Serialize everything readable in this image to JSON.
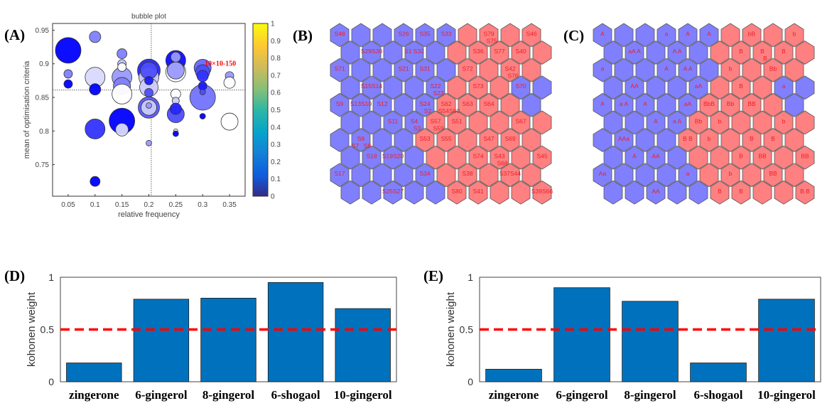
{
  "panel_labels": [
    "(A)",
    "(B)",
    "(C)",
    "(D)",
    "(E)"
  ],
  "chart_data": [
    {
      "type": "scatter",
      "subtitle": "bubble plot",
      "title": "bubble plot",
      "xlabel": "relative frequency",
      "ylabel": "mean of optimisation criteria",
      "xlim": [
        0.021,
        0.379
      ],
      "ylim": [
        0.703,
        0.96
      ],
      "xticks": [
        "0.05",
        "0.1",
        "0.15",
        "0.2",
        "0.25",
        "0.3",
        "0.35"
      ],
      "xtick_values": [
        0.05,
        0.1,
        0.15,
        0.2,
        0.25,
        0.3,
        0.35
      ],
      "yticks": [
        "0.75",
        "0.8",
        "0.85",
        "0.9",
        "0.95"
      ],
      "ytick_values": [
        0.75,
        0.8,
        0.85,
        0.9,
        0.95
      ],
      "ref_lines": {
        "x": 0.2045,
        "y": 0.861
      },
      "annotation": {
        "text": "10×10-150",
        "x": 0.333,
        "y": 0.9
      },
      "colorbar": {
        "ticks": [
          "0",
          "0.1",
          "0.2",
          "0.3",
          "0.4",
          "0.5",
          "0.6",
          "0.7",
          "0.8",
          "0.9",
          "1"
        ],
        "range": [
          0,
          1
        ]
      },
      "points": [
        {
          "x": 0.05,
          "y": 0.92,
          "size": 18,
          "shade": 0
        },
        {
          "x": 0.05,
          "y": 0.885,
          "size": 6,
          "shade": 0.5
        },
        {
          "x": 0.05,
          "y": 0.87,
          "size": 6,
          "shade": 0
        },
        {
          "x": 0.1,
          "y": 0.94,
          "size": 8,
          "shade": 0.5
        },
        {
          "x": 0.1,
          "y": 0.88,
          "size": 14,
          "shade": 0.85
        },
        {
          "x": 0.1,
          "y": 0.862,
          "size": 8,
          "shade": 0
        },
        {
          "x": 0.1,
          "y": 0.803,
          "size": 14,
          "shade": 0.2
        },
        {
          "x": 0.1,
          "y": 0.725,
          "size": 7,
          "shade": 0
        },
        {
          "x": 0.15,
          "y": 0.915,
          "size": 7,
          "shade": 0.5
        },
        {
          "x": 0.15,
          "y": 0.88,
          "size": 14,
          "shade": 0.6
        },
        {
          "x": 0.15,
          "y": 0.867,
          "size": 12,
          "shade": 0.5
        },
        {
          "x": 0.15,
          "y": 0.9,
          "size": 6,
          "shade": 0.75
        },
        {
          "x": 0.15,
          "y": 0.895,
          "size": 6,
          "shade": 1
        },
        {
          "x": 0.15,
          "y": 0.855,
          "size": 14,
          "shade": 1
        },
        {
          "x": 0.15,
          "y": 0.815,
          "size": 18,
          "shade": 0
        },
        {
          "x": 0.15,
          "y": 0.802,
          "size": 9,
          "shade": 0.85
        },
        {
          "x": 0.2,
          "y": 0.89,
          "size": 16,
          "shade": 0.15
        },
        {
          "x": 0.2,
          "y": 0.88,
          "size": 14,
          "shade": 0.8
        },
        {
          "x": 0.2,
          "y": 0.865,
          "size": 13,
          "shade": 0.8
        },
        {
          "x": 0.2,
          "y": 0.89,
          "size": 12,
          "shade": 0.3
        },
        {
          "x": 0.2,
          "y": 0.875,
          "size": 6,
          "shade": 0.1
        },
        {
          "x": 0.2,
          "y": 0.857,
          "size": 6,
          "shade": 0.3
        },
        {
          "x": 0.2,
          "y": 0.835,
          "size": 15,
          "shade": 0.35
        },
        {
          "x": 0.2,
          "y": 0.835,
          "size": 11,
          "shade": 0.8
        },
        {
          "x": 0.2,
          "y": 0.838,
          "size": 4,
          "shade": 0.6
        },
        {
          "x": 0.2,
          "y": 0.782,
          "size": 4,
          "shade": 0.6
        },
        {
          "x": 0.25,
          "y": 0.905,
          "size": 14,
          "shade": 0.05
        },
        {
          "x": 0.25,
          "y": 0.888,
          "size": 14,
          "shade": 1
        },
        {
          "x": 0.25,
          "y": 0.89,
          "size": 12,
          "shade": 0.6
        },
        {
          "x": 0.25,
          "y": 0.91,
          "size": 7,
          "shade": 0.6
        },
        {
          "x": 0.25,
          "y": 0.855,
          "size": 7,
          "shade": 1
        },
        {
          "x": 0.25,
          "y": 0.845,
          "size": 5,
          "shade": 0.8
        },
        {
          "x": 0.25,
          "y": 0.825,
          "size": 12,
          "shade": 0.3
        },
        {
          "x": 0.25,
          "y": 0.833,
          "size": 8,
          "shade": 0.15
        },
        {
          "x": 0.25,
          "y": 0.8,
          "size": 3,
          "shade": 1
        },
        {
          "x": 0.25,
          "y": 0.796,
          "size": 4,
          "shade": 0
        },
        {
          "x": 0.3,
          "y": 0.894,
          "size": 12,
          "shade": 0.4
        },
        {
          "x": 0.3,
          "y": 0.85,
          "size": 18,
          "shade": 0.45
        },
        {
          "x": 0.3,
          "y": 0.888,
          "size": 10,
          "shade": 0.3
        },
        {
          "x": 0.3,
          "y": 0.882,
          "size": 8,
          "shade": 0.2
        },
        {
          "x": 0.3,
          "y": 0.867,
          "size": 6,
          "shade": 0.1
        },
        {
          "x": 0.3,
          "y": 0.858,
          "size": 4,
          "shade": 0.3
        },
        {
          "x": 0.3,
          "y": 0.822,
          "size": 4,
          "shade": 0
        },
        {
          "x": 0.35,
          "y": 0.882,
          "size": 6,
          "shade": 0.6
        },
        {
          "x": 0.35,
          "y": 0.872,
          "size": 8,
          "shade": 1
        },
        {
          "x": 0.35,
          "y": 0.814,
          "size": 12,
          "shade": 1
        }
      ]
    },
    {
      "type": "bar",
      "ylabel": "kohonen weight",
      "categories": [
        "zingerone",
        "6-gingerol",
        "8-gingerol",
        "6-shogaol",
        "10-gingerol"
      ],
      "values": [
        0.18,
        0.79,
        0.8,
        0.95,
        0.7
      ],
      "threshold": 0.5,
      "ylim": [
        0,
        1
      ],
      "yticks": [
        "0",
        "0.5",
        "1"
      ],
      "bar_color": "#0072bd",
      "threshold_color": "#ff0000"
    },
    {
      "type": "bar",
      "ylabel": "kohonen weight",
      "categories": [
        "zingerone",
        "6-gingerol",
        "8-gingerol",
        "6-shogaol",
        "10-gingerol"
      ],
      "values": [
        0.12,
        0.9,
        0.77,
        0.18,
        0.79
      ],
      "threshold": 0.5,
      "ylim": [
        0,
        1
      ],
      "yticks": [
        "0",
        "0.5",
        "1"
      ],
      "bar_color": "#0072bd",
      "threshold_color": "#ff0000"
    }
  ],
  "som": {
    "grid": [
      10,
      10
    ],
    "colors": {
      "blue": "#8080ff",
      "red": "#ff8080"
    },
    "blue_prefix_per_row": [
      6,
      5,
      6,
      5,
      5,
      4,
      4,
      4,
      5,
      5
    ],
    "extra_blue": [
      [
        3,
        8
      ],
      [
        3,
        9
      ],
      [
        4,
        9
      ]
    ],
    "maps": [
      {
        "labels": [
          [
            0,
            0,
            "S48"
          ],
          [
            0,
            3,
            "S26"
          ],
          [
            0,
            4,
            "S35"
          ],
          [
            0,
            5,
            "S33"
          ],
          [
            0,
            7,
            "S79"
          ],
          [
            0,
            7,
            "S75"
          ],
          [
            0,
            9,
            "S46"
          ],
          [
            1,
            1,
            "S29S30"
          ],
          [
            1,
            3,
            "S1 S32"
          ],
          [
            1,
            6,
            "S36"
          ],
          [
            1,
            7,
            "S77"
          ],
          [
            1,
            8,
            "S40"
          ],
          [
            2,
            0,
            "S71"
          ],
          [
            2,
            3,
            "S21"
          ],
          [
            2,
            4,
            "S31"
          ],
          [
            2,
            6,
            "S72"
          ],
          [
            2,
            8,
            "S42"
          ],
          [
            2,
            8,
            "S76"
          ],
          [
            3,
            4,
            "S22"
          ],
          [
            3,
            1,
            "S15S14"
          ],
          [
            3,
            4,
            "S23"
          ],
          [
            3,
            6,
            "S73"
          ],
          [
            3,
            8,
            "S70"
          ],
          [
            4,
            2,
            "S12"
          ],
          [
            4,
            0,
            "S9"
          ],
          [
            4,
            1,
            "S13S10"
          ],
          [
            4,
            4,
            "S24"
          ],
          [
            4,
            4,
            "S2"
          ],
          [
            4,
            5,
            "S62"
          ],
          [
            4,
            5,
            "S54S60"
          ],
          [
            4,
            6,
            "S63"
          ],
          [
            4,
            7,
            "S64"
          ],
          [
            5,
            2,
            "S11"
          ],
          [
            5,
            3,
            "S4"
          ],
          [
            5,
            3,
            "S3"
          ],
          [
            5,
            4,
            "S57"
          ],
          [
            5,
            4,
            "S59"
          ],
          [
            5,
            5,
            "S51"
          ],
          [
            5,
            8,
            "S67"
          ],
          [
            6,
            1,
            "S6"
          ],
          [
            6,
            1,
            "S7"
          ],
          [
            6,
            1,
            "S8"
          ],
          [
            6,
            4,
            "S53"
          ],
          [
            6,
            5,
            "S55"
          ],
          [
            6,
            7,
            "S47"
          ],
          [
            6,
            8,
            "S69"
          ],
          [
            7,
            1,
            "S18"
          ],
          [
            7,
            2,
            "S19S20"
          ],
          [
            7,
            7,
            "S43"
          ],
          [
            7,
            6,
            "S74"
          ],
          [
            7,
            7,
            "S68"
          ],
          [
            7,
            9,
            "S45"
          ],
          [
            8,
            4,
            "S34"
          ],
          [
            8,
            6,
            "S38"
          ],
          [
            8,
            8,
            "S37S44"
          ],
          [
            8,
            0,
            "S17"
          ],
          [
            9,
            2,
            "S25S27"
          ],
          [
            9,
            5,
            "S80"
          ],
          [
            9,
            6,
            "S41"
          ],
          [
            9,
            9,
            "S39S66"
          ]
        ]
      },
      {
        "labels": [
          [
            0,
            0,
            "A"
          ],
          [
            0,
            3,
            "a"
          ],
          [
            0,
            4,
            "A"
          ],
          [
            0,
            5,
            "A"
          ],
          [
            0,
            7,
            "bB"
          ],
          [
            0,
            9,
            "b"
          ],
          [
            1,
            1,
            "aA A"
          ],
          [
            1,
            3,
            "A A"
          ],
          [
            1,
            7,
            "B"
          ],
          [
            1,
            8,
            "B"
          ],
          [
            1,
            6,
            "B"
          ],
          [
            1,
            7,
            "B"
          ],
          [
            2,
            0,
            "a"
          ],
          [
            2,
            3,
            "A"
          ],
          [
            2,
            4,
            "A A"
          ],
          [
            2,
            6,
            "b"
          ],
          [
            2,
            8,
            "Bb"
          ],
          [
            3,
            1,
            "AA"
          ],
          [
            3,
            4,
            "aA"
          ],
          [
            3,
            6,
            "B"
          ],
          [
            3,
            8,
            "a"
          ],
          [
            4,
            0,
            "A"
          ],
          [
            4,
            1,
            "a A"
          ],
          [
            4,
            2,
            "A"
          ],
          [
            4,
            4,
            "aA"
          ],
          [
            4,
            5,
            "BbB"
          ],
          [
            4,
            6,
            "Bb"
          ],
          [
            4,
            7,
            "BB"
          ],
          [
            5,
            2,
            "A"
          ],
          [
            5,
            3,
            "a A"
          ],
          [
            5,
            4,
            "Bb"
          ],
          [
            5,
            5,
            "b"
          ],
          [
            5,
            8,
            "b"
          ],
          [
            6,
            1,
            "AAa"
          ],
          [
            6,
            4,
            "B B"
          ],
          [
            6,
            5,
            "b"
          ],
          [
            6,
            7,
            "B"
          ],
          [
            6,
            8,
            "B"
          ],
          [
            7,
            1,
            "A"
          ],
          [
            7,
            2,
            "AA"
          ],
          [
            7,
            6,
            "B"
          ],
          [
            7,
            7,
            "BB"
          ],
          [
            7,
            9,
            "BB"
          ],
          [
            8,
            0,
            "Aa"
          ],
          [
            8,
            4,
            "a"
          ],
          [
            8,
            6,
            "b"
          ],
          [
            8,
            8,
            "BB"
          ],
          [
            9,
            2,
            "AA"
          ],
          [
            9,
            5,
            "B"
          ],
          [
            9,
            6,
            "B"
          ],
          [
            9,
            9,
            "B B"
          ]
        ]
      }
    ]
  }
}
